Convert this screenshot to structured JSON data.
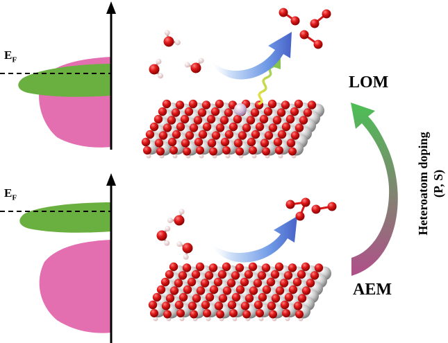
{
  "labels": {
    "fermi_top": "E",
    "fermi_top_sub": "F",
    "fermi_bottom": "E",
    "fermi_bottom_sub": "F",
    "lom": "LOM",
    "aem": "AEM",
    "doping_line1": "Heteroatom doping",
    "doping_line2": "(P, S)"
  },
  "colors": {
    "o2p_band": "#e46fb0",
    "metal_d_band": "#6ab040",
    "oxygen_atom": "#d81818",
    "metal_atom": "#c9c9c9",
    "hydrogen_atom": "#f4dede",
    "arrow_blue": "#4d6fcf",
    "arrow_green": "#58b65a",
    "arrow_magenta": "#b04f8a"
  }
}
